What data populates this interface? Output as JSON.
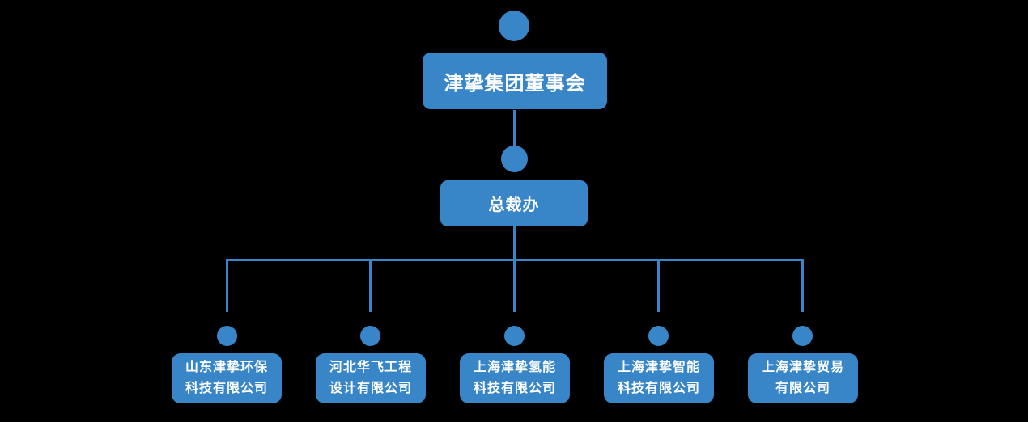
{
  "canvas": {
    "background_color": "#000000"
  },
  "theme": {
    "node_fill_color": "#3886c8",
    "connector_color": "#3886c8",
    "text_color": "#ffffff"
  },
  "org_chart": {
    "root": {
      "label": "津挚集团董事会"
    },
    "middle": {
      "label": "总裁办"
    },
    "subsidiaries": [
      {
        "line1": "山东津挚环保",
        "line2": "科技有限公司"
      },
      {
        "line1": "河北华飞工程",
        "line2": "设计有限公司"
      },
      {
        "line1": "上海津挚氢能",
        "line2": "科技有限公司"
      },
      {
        "line1": "上海津挚智能",
        "line2": "科技有限公司"
      },
      {
        "line1": "上海津挚贸易",
        "line2": "有限公司"
      }
    ]
  }
}
